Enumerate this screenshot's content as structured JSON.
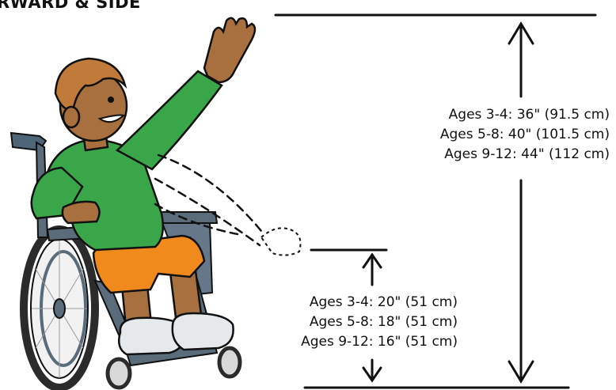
{
  "title": "RWARD & SIDE",
  "upper_reach": {
    "rows": [
      "Ages 3-4:  36\" (91.5 cm)",
      "Ages 5-8:  40\" (101.5 cm)",
      "Ages 9-12:  44\" (112 cm)"
    ]
  },
  "lower_reach": {
    "rows": [
      "Ages 3-4:  20\" (51 cm)",
      "Ages 5-8:  18\" (51 cm)",
      "Ages 9-12:  16\" (51 cm)"
    ]
  },
  "colors": {
    "shirt": "#3aa64a",
    "shorts": "#f08a1c",
    "skin": "#a8703f",
    "hair": "#c07a3a",
    "chair_frame": "#5a6b7a",
    "tire": "#2b2b2b",
    "ink": "#111111"
  }
}
